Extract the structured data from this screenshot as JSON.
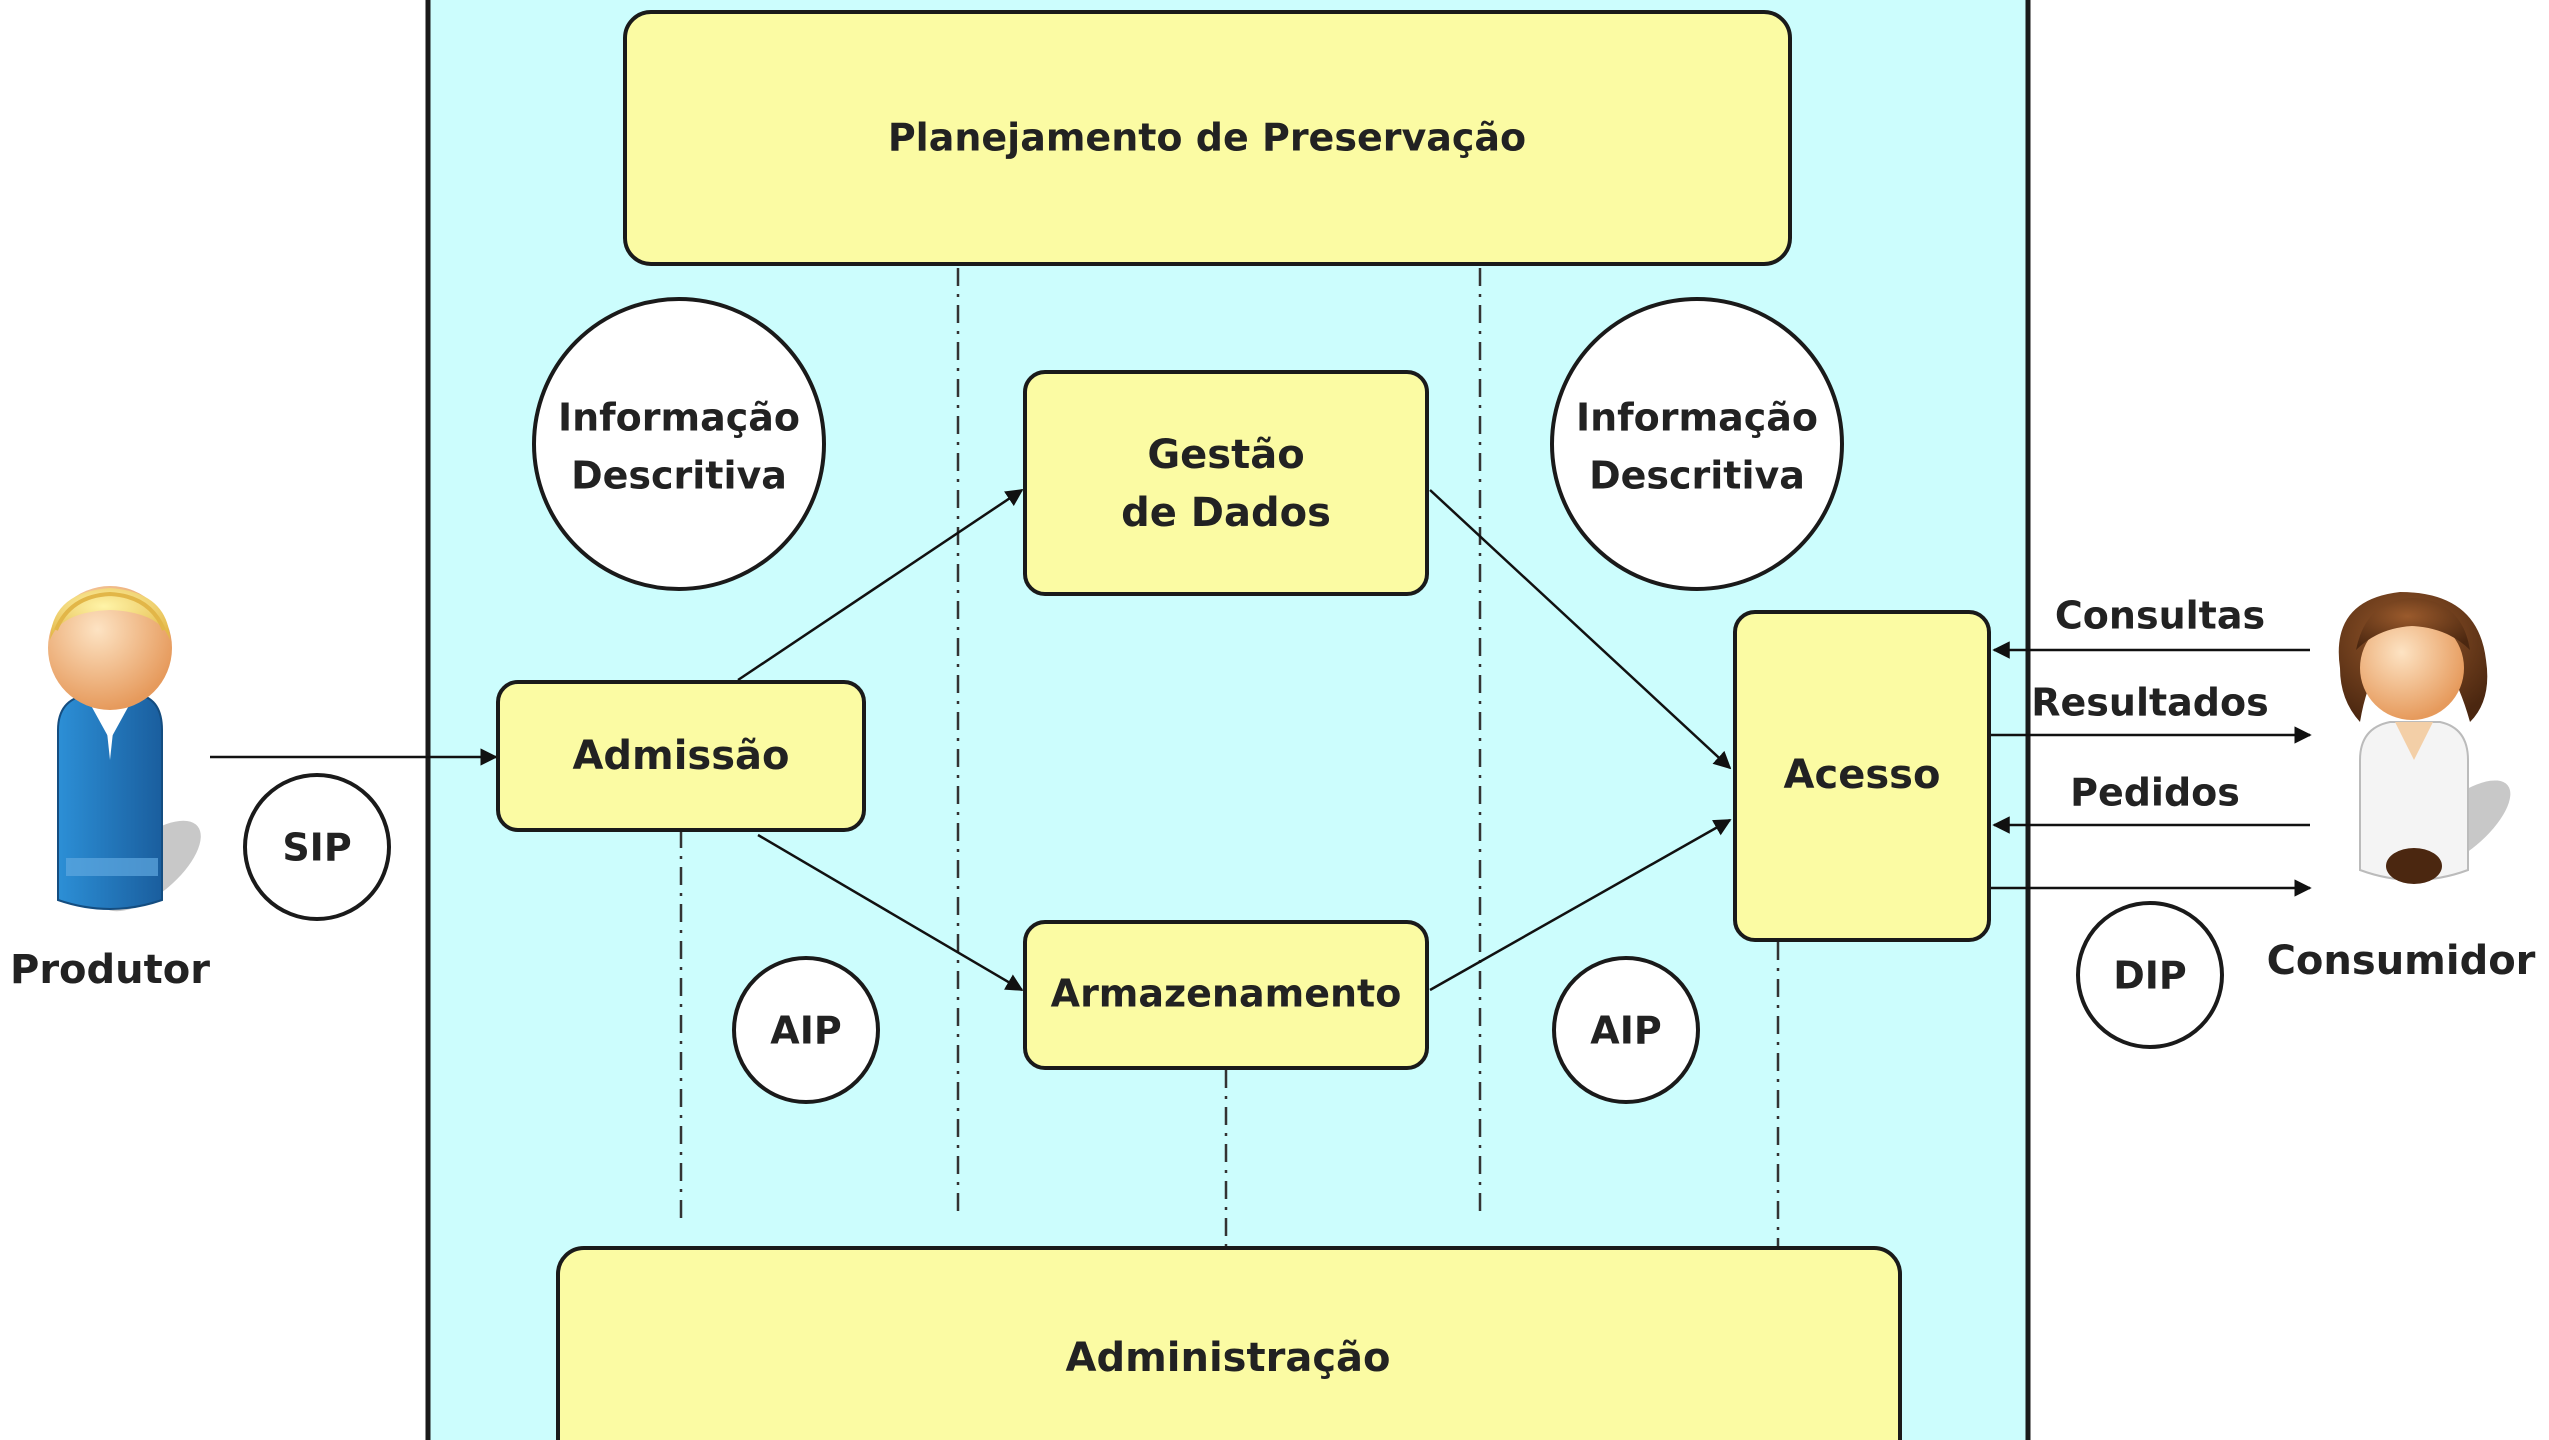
{
  "colors": {
    "panel_fill": "#ccfdfd",
    "box_fill": "#fbfba3",
    "stroke": "#1a1a1a",
    "circle_fill": "#ffffff"
  },
  "boxes": {
    "planejamento": "Planejamento de Preservação",
    "gestao_line1": "Gestão",
    "gestao_line2": "de Dados",
    "admissao": "Admissão",
    "armazenamento": "Armazenamento",
    "acesso": "Acesso",
    "administracao": "Administração"
  },
  "circles": {
    "info_left_line1": "Informação",
    "info_left_line2": "Descritiva",
    "info_right_line1": "Informação",
    "info_right_line2": "Descritiva",
    "aip_left": "AIP",
    "aip_right": "AIP",
    "sip": "SIP",
    "dip": "DIP"
  },
  "actors": {
    "produtor": "Produtor",
    "consumidor": "Consumidor"
  },
  "flows": {
    "consultas": "Consultas",
    "resultados": "Resultados",
    "pedidos": "Pedidos"
  },
  "icons": {
    "produtor": "person-icon",
    "consumidor": "person-icon"
  }
}
